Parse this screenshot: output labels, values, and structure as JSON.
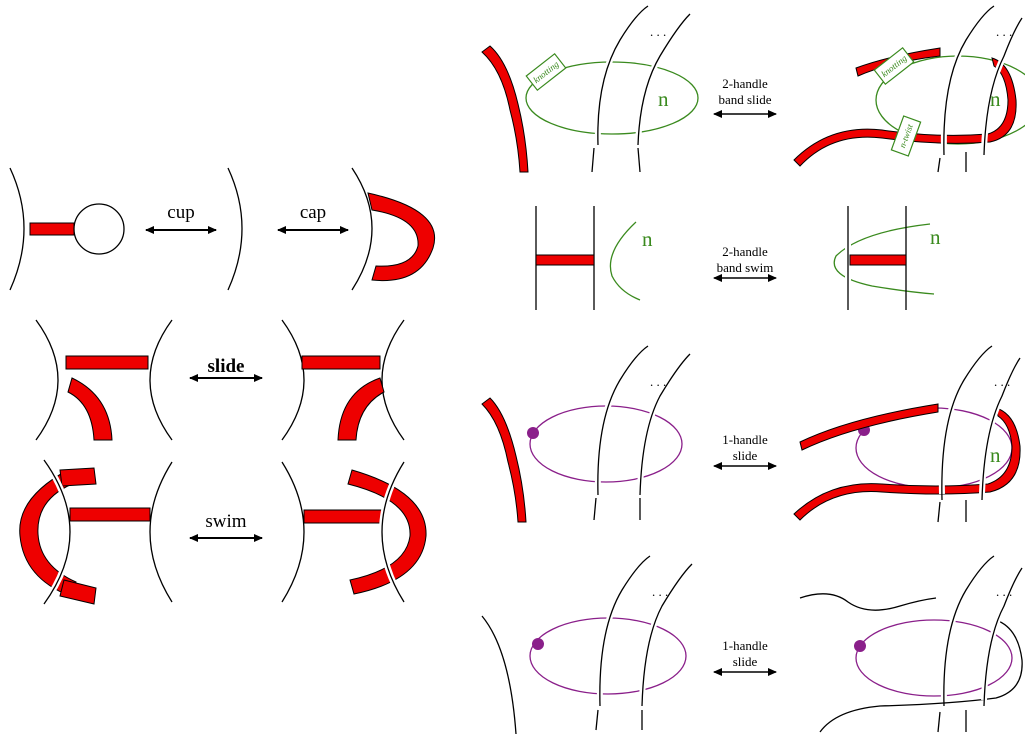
{
  "labels": {
    "cup": "cup",
    "cap": "cap",
    "slide": "slide",
    "swim": "swim",
    "band_slide_line1": "2-handle",
    "band_slide_line2": "band slide",
    "band_swim_line1": "2-handle",
    "band_swim_line2": "band swim",
    "one_handle_line1_a": "1-handle",
    "one_handle_line2_a": "slide",
    "one_handle_line1_b": "1-handle",
    "one_handle_line2_b": "slide",
    "framing": "n",
    "knotting": "knotting",
    "n_twist": "n-twist",
    "dots": ". . ."
  },
  "colors": {
    "band": "#ee0000",
    "two_handle_curve": "#3a8a1e",
    "one_handle_curve": "#8a1f8a",
    "ink": "#000000"
  }
}
